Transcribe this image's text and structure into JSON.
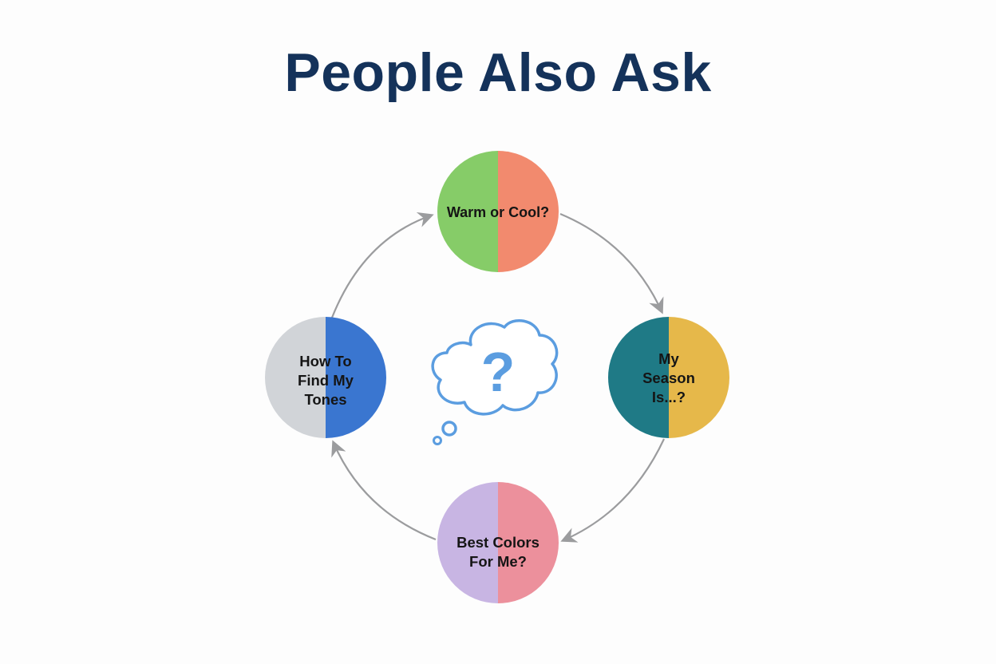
{
  "title": "People Also Ask",
  "colors": {
    "title": "#14325a",
    "arrow": "#9b9c9e",
    "cloud": "#5b9de0"
  },
  "center_icon": "thought-bubble-question-icon",
  "nodes": [
    {
      "id": "top",
      "label": "Warm or Cool?",
      "lines": [
        "Warm or Cool?"
      ],
      "left_color": "#86cc68",
      "right_color": "#f28a6e"
    },
    {
      "id": "right",
      "label": "My Season Is...?",
      "lines": [
        "My",
        "Season",
        "Is...?"
      ],
      "left_color": "#1f7a86",
      "right_color": "#e6b84a"
    },
    {
      "id": "bottom",
      "label": "Best Colors For Me?",
      "lines": [
        "Best Colors",
        "For Me?"
      ],
      "left_color": "#c8b5e3",
      "right_color": "#ec909c"
    },
    {
      "id": "left",
      "label": "How To Find My Tones",
      "lines": [
        "How To",
        "Find My",
        "Tones"
      ],
      "left_color": "#d1d4d8",
      "right_color": "#3a76d0"
    }
  ],
  "flow": [
    "top",
    "right",
    "bottom",
    "left",
    "top"
  ]
}
